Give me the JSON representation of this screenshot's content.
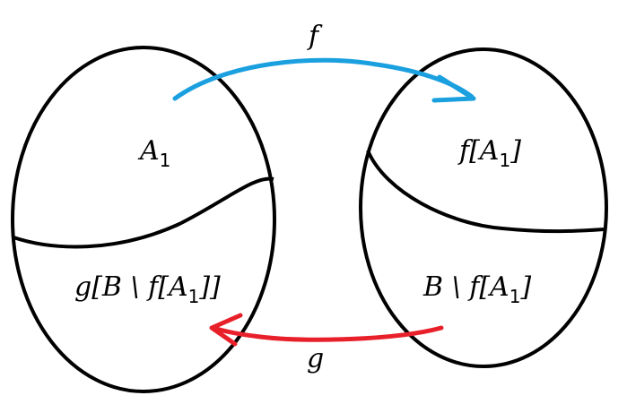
{
  "labels": {
    "arrow_top": "f",
    "arrow_bottom": "g",
    "left_top": "A",
    "left_top_sub": "1",
    "left_bottom_prefix": "g[B \\ f[A",
    "left_bottom_sub": "1",
    "left_bottom_suffix": "]]",
    "right_top_prefix": "f[A",
    "right_top_sub": "1",
    "right_top_suffix": "]",
    "right_bottom_prefix": "B \\ f[A",
    "right_bottom_sub": "1",
    "right_bottom_suffix": "]"
  },
  "colors": {
    "outline": "#000000",
    "arrow_f": "#1a9fdf",
    "arrow_g": "#e8202a",
    "background": "#ffffff"
  }
}
